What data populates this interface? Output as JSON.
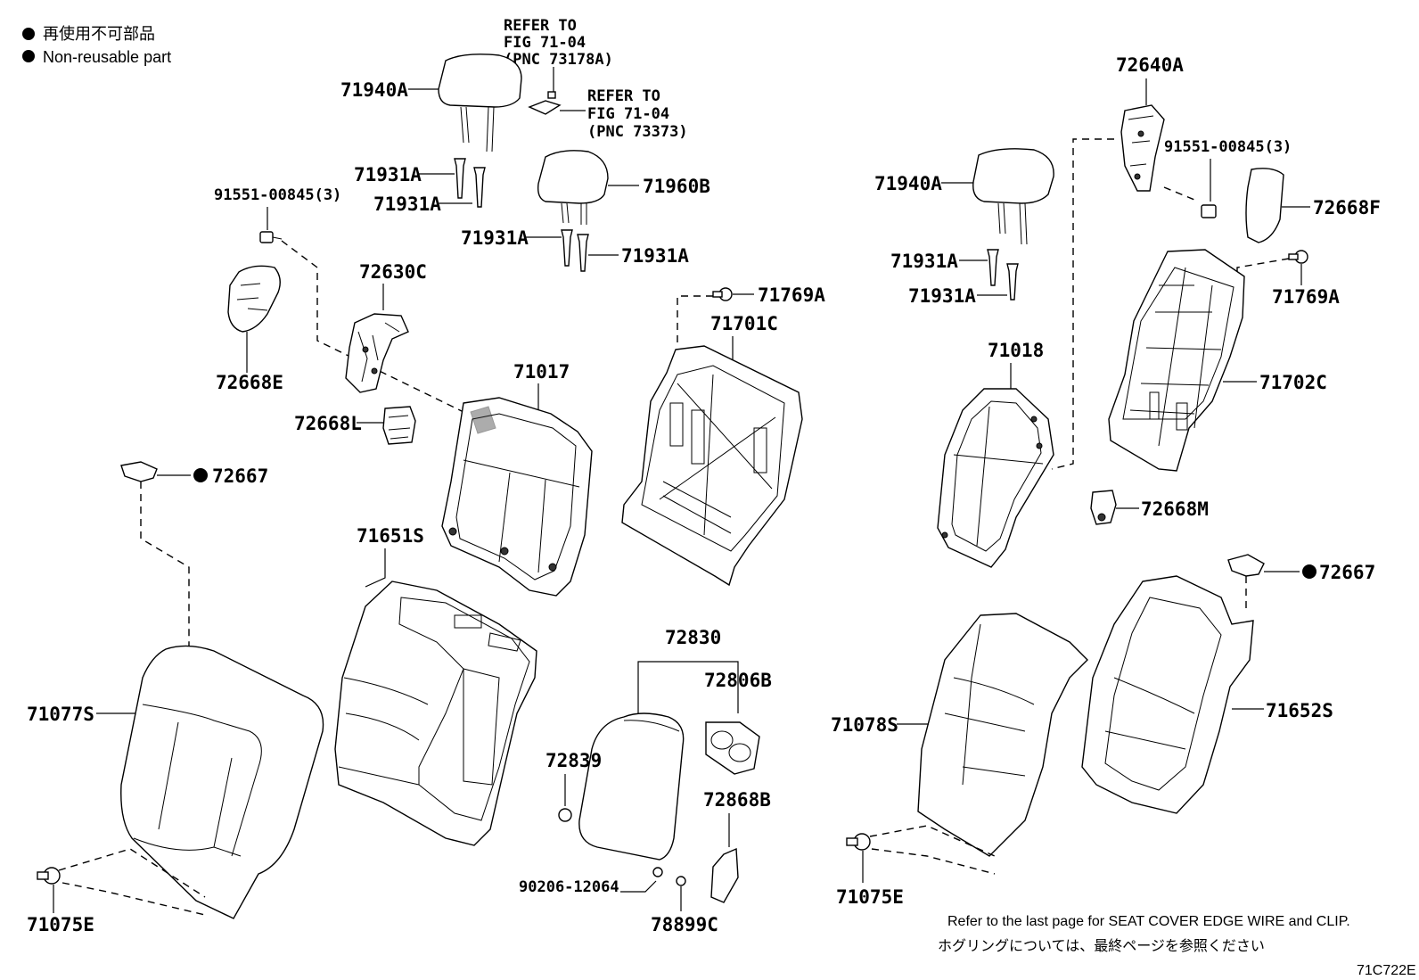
{
  "legend": {
    "jp": "再使用不可部品",
    "en": "Non-reusable part"
  },
  "refs": {
    "ref1": [
      "REFER TO",
      "FIG 71-04",
      "(PNC 73178A)"
    ],
    "ref2": [
      "REFER TO",
      "FIG 71-04",
      "(PNC 73373)"
    ]
  },
  "labels": {
    "p71940A_l": "71940A",
    "p71931A_l1": "71931A",
    "p71931A_l2": "71931A",
    "p71960B": "71960B",
    "p71931A_c1": "71931A",
    "p71931A_c2": "71931A",
    "p91551_l": "91551-00845(3)",
    "p72630C": "72630C",
    "p72668E": "72668E",
    "p72668L": "72668L",
    "p72667_l": "72667",
    "p71017": "71017",
    "p71769A_c": "71769A",
    "p71701C": "71701C",
    "p71651S": "71651S",
    "p71077S": "71077S",
    "p71075E_l": "71075E",
    "p72830": "72830",
    "p72806B": "72806B",
    "p72839": "72839",
    "p72868B": "72868B",
    "p90206": "90206-12064",
    "p78899C": "78899C",
    "p72640A": "72640A",
    "p91551_r": "91551-00845(3)",
    "p72668F": "72668F",
    "p71940A_r": "71940A",
    "p71931A_r1": "71931A",
    "p71931A_r2": "71931A",
    "p71769A_r": "71769A",
    "p71018": "71018",
    "p71702C": "71702C",
    "p72668M": "72668M",
    "p72667_r": "72667",
    "p71078S": "71078S",
    "p71652S": "71652S",
    "p71075E_r": "71075E"
  },
  "notes": {
    "en": "Refer to the last page for SEAT COVER EDGE WIRE and CLIP.",
    "jp": "ホグリングについては、最終ページを参照ください"
  },
  "figure_code": "71C722E"
}
